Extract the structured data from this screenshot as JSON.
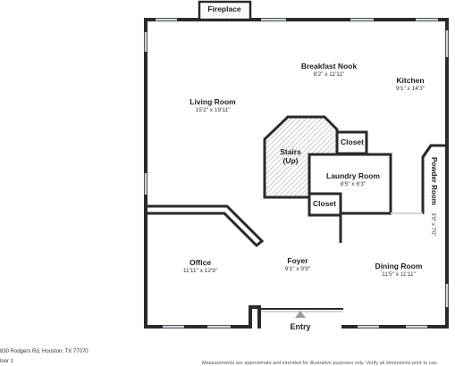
{
  "rooms": {
    "living": {
      "name": "Living Room",
      "dims": "15'2\" x 19'11\""
    },
    "breakfast": {
      "name": "Breakfast Nook",
      "dims": "8'2\" x 11'11\""
    },
    "kitchen": {
      "name": "Kitchen",
      "dims": "9'1\" x 14'3\""
    },
    "stairs": {
      "name": "Stairs",
      "sub": "(Up)"
    },
    "closet_upper": {
      "name": "Closet"
    },
    "closet_lower": {
      "name": "Closet"
    },
    "laundry": {
      "name": "Laundry Room",
      "dims": "8'5\" x 6'3\""
    },
    "powder": {
      "name": "Powder Room",
      "dims": "3'0\" x 7'0\""
    },
    "office": {
      "name": "Office",
      "dims": "11'11\" x 12'9\""
    },
    "foyer": {
      "name": "Foyer",
      "dims": "9'1\" x 9'9\""
    },
    "dining": {
      "name": "Dining Room",
      "dims": "11'5\" x 11'11\""
    }
  },
  "fireplace": {
    "label": "Fireplace"
  },
  "entry": {
    "label": "Entry"
  },
  "footer": {
    "address": "830 Rodgers Rd, Houston, TX 77070",
    "floor": "loor 1",
    "disclaimer": "Measurements are approximate and intended for illustrative purposes only. Verify all dimensions prior to use."
  },
  "colors": {
    "wall": "#2a2a2a",
    "window": "#cfd6da",
    "hatch": "#9a9a9a"
  }
}
